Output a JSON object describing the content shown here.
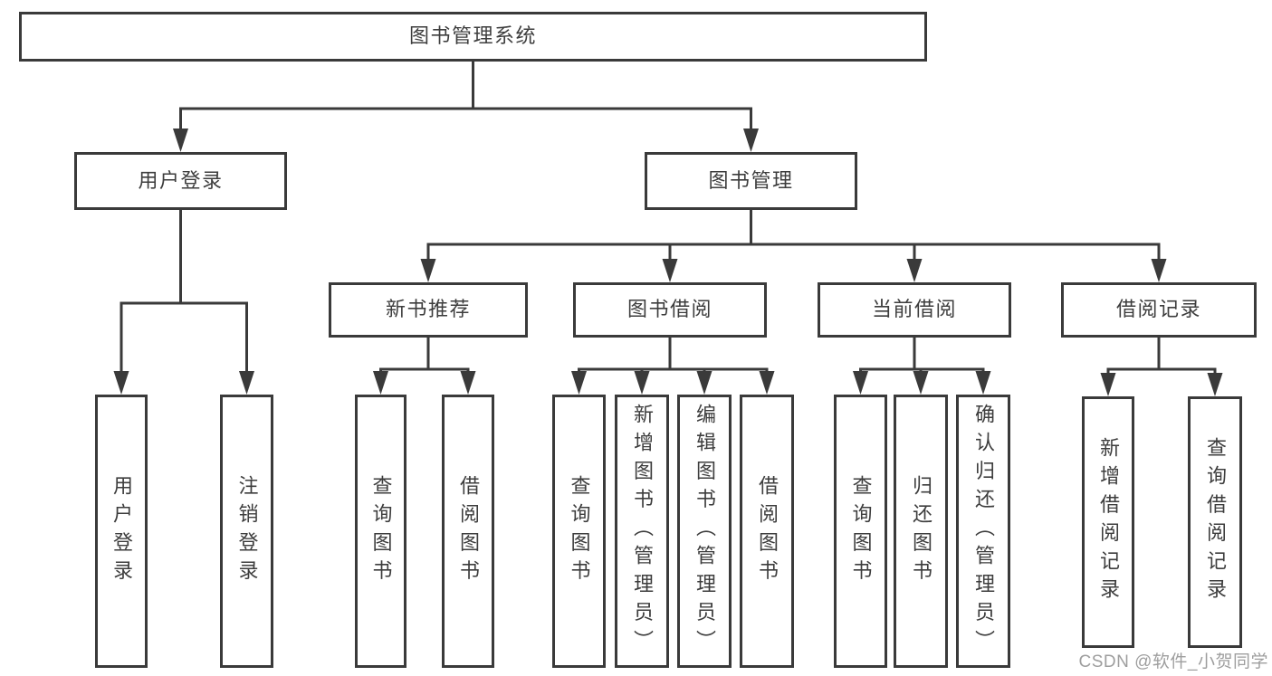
{
  "diagram": {
    "nodes": {
      "root": {
        "label": "图书管理系统"
      },
      "user_login": {
        "label": "用户登录"
      },
      "book_mgmt": {
        "label": "图书管理"
      },
      "new_book_rec": {
        "label": "新书推荐"
      },
      "book_borrow": {
        "label": "图书借阅"
      },
      "current_borrow": {
        "label": "当前借阅"
      },
      "borrow_records": {
        "label": "借阅记录"
      },
      "ul_login": {
        "label": "用户登录"
      },
      "ul_logout": {
        "label": "注销登录"
      },
      "nb_query": {
        "label": "查询图书"
      },
      "nb_borrow": {
        "label": "借阅图书"
      },
      "bb_query": {
        "label": "查询图书"
      },
      "bb_add": {
        "label": "新增图书（管理员）"
      },
      "bb_edit": {
        "label": "编辑图书（管理员）"
      },
      "bb_borrow": {
        "label": "借阅图书"
      },
      "cb_query": {
        "label": "查询图书"
      },
      "cb_return": {
        "label": "归还图书"
      },
      "cb_confirm": {
        "label": "确认归还（管理员）"
      },
      "br_add": {
        "label": "新增借阅记录"
      },
      "br_query": {
        "label": "查询借阅记录"
      }
    },
    "edges": [
      {
        "from": "root",
        "to": [
          "user_login",
          "book_mgmt"
        ]
      },
      {
        "from": "user_login",
        "to": [
          "ul_login",
          "ul_logout"
        ]
      },
      {
        "from": "book_mgmt",
        "to": [
          "new_book_rec",
          "book_borrow",
          "current_borrow",
          "borrow_records"
        ]
      },
      {
        "from": "new_book_rec",
        "to": [
          "nb_query",
          "nb_borrow"
        ]
      },
      {
        "from": "book_borrow",
        "to": [
          "bb_query",
          "bb_add",
          "bb_edit",
          "bb_borrow"
        ]
      },
      {
        "from": "current_borrow",
        "to": [
          "cb_query",
          "cb_return",
          "cb_confirm"
        ]
      },
      {
        "from": "borrow_records",
        "to": [
          "br_add",
          "br_query"
        ]
      }
    ]
  },
  "watermark": "CSDN @软件_小贺同学",
  "colors": {
    "line": "#3a3a3a",
    "box_border": "#3a3a3a",
    "text": "#3d3d3d",
    "watermark": "#9e9e9e",
    "background": "#ffffff"
  }
}
